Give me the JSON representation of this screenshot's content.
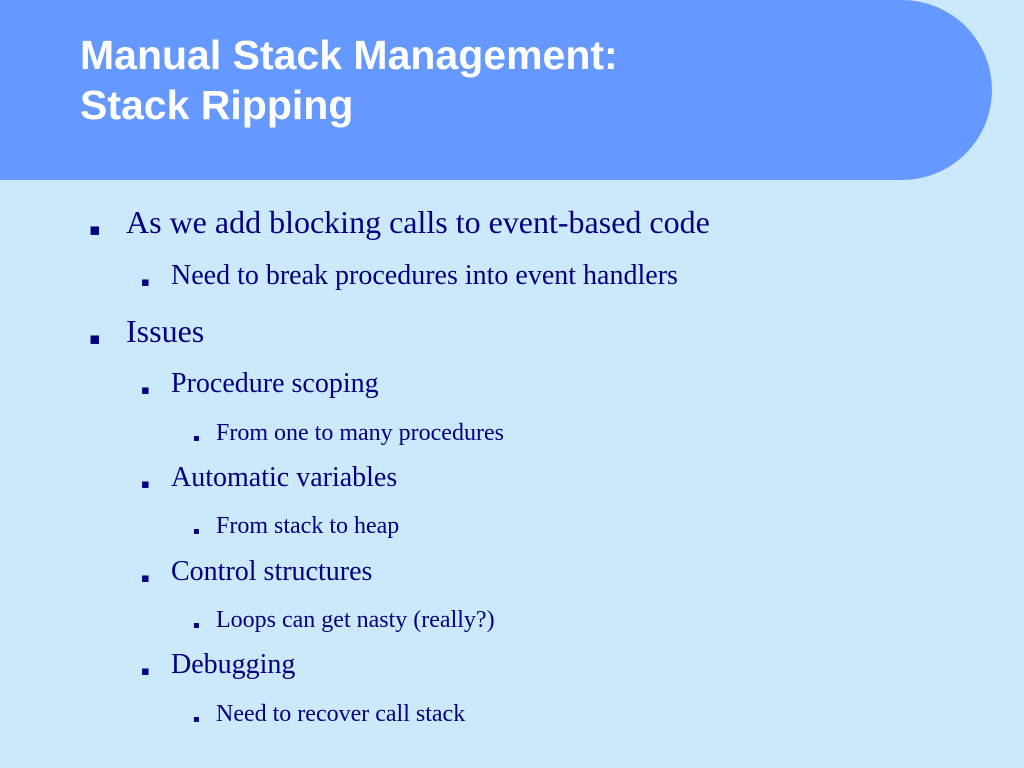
{
  "slide": {
    "title_line1": "Manual Stack Management:",
    "title_line2": "Stack Ripping",
    "bullet_glyph": "▪",
    "bullets": [
      {
        "level": 1,
        "text": "As we add blocking calls to event-based code"
      },
      {
        "level": 2,
        "text": "Need to break procedures into event handlers"
      },
      {
        "level": 1,
        "text": "Issues"
      },
      {
        "level": 2,
        "text": "Procedure scoping"
      },
      {
        "level": 3,
        "text": "From one to many procedures"
      },
      {
        "level": 2,
        "text": "Automatic variables"
      },
      {
        "level": 3,
        "text": "From stack to heap"
      },
      {
        "level": 2,
        "text": "Control structures"
      },
      {
        "level": 3,
        "text": "Loops can get nasty (really?)"
      },
      {
        "level": 2,
        "text": "Debugging"
      },
      {
        "level": 3,
        "text": "Need to recover call stack"
      }
    ]
  },
  "colors": {
    "background": "#cce9fb",
    "title_band": "#6699ff",
    "title_text": "#ffffff",
    "body_text": "#000080"
  }
}
